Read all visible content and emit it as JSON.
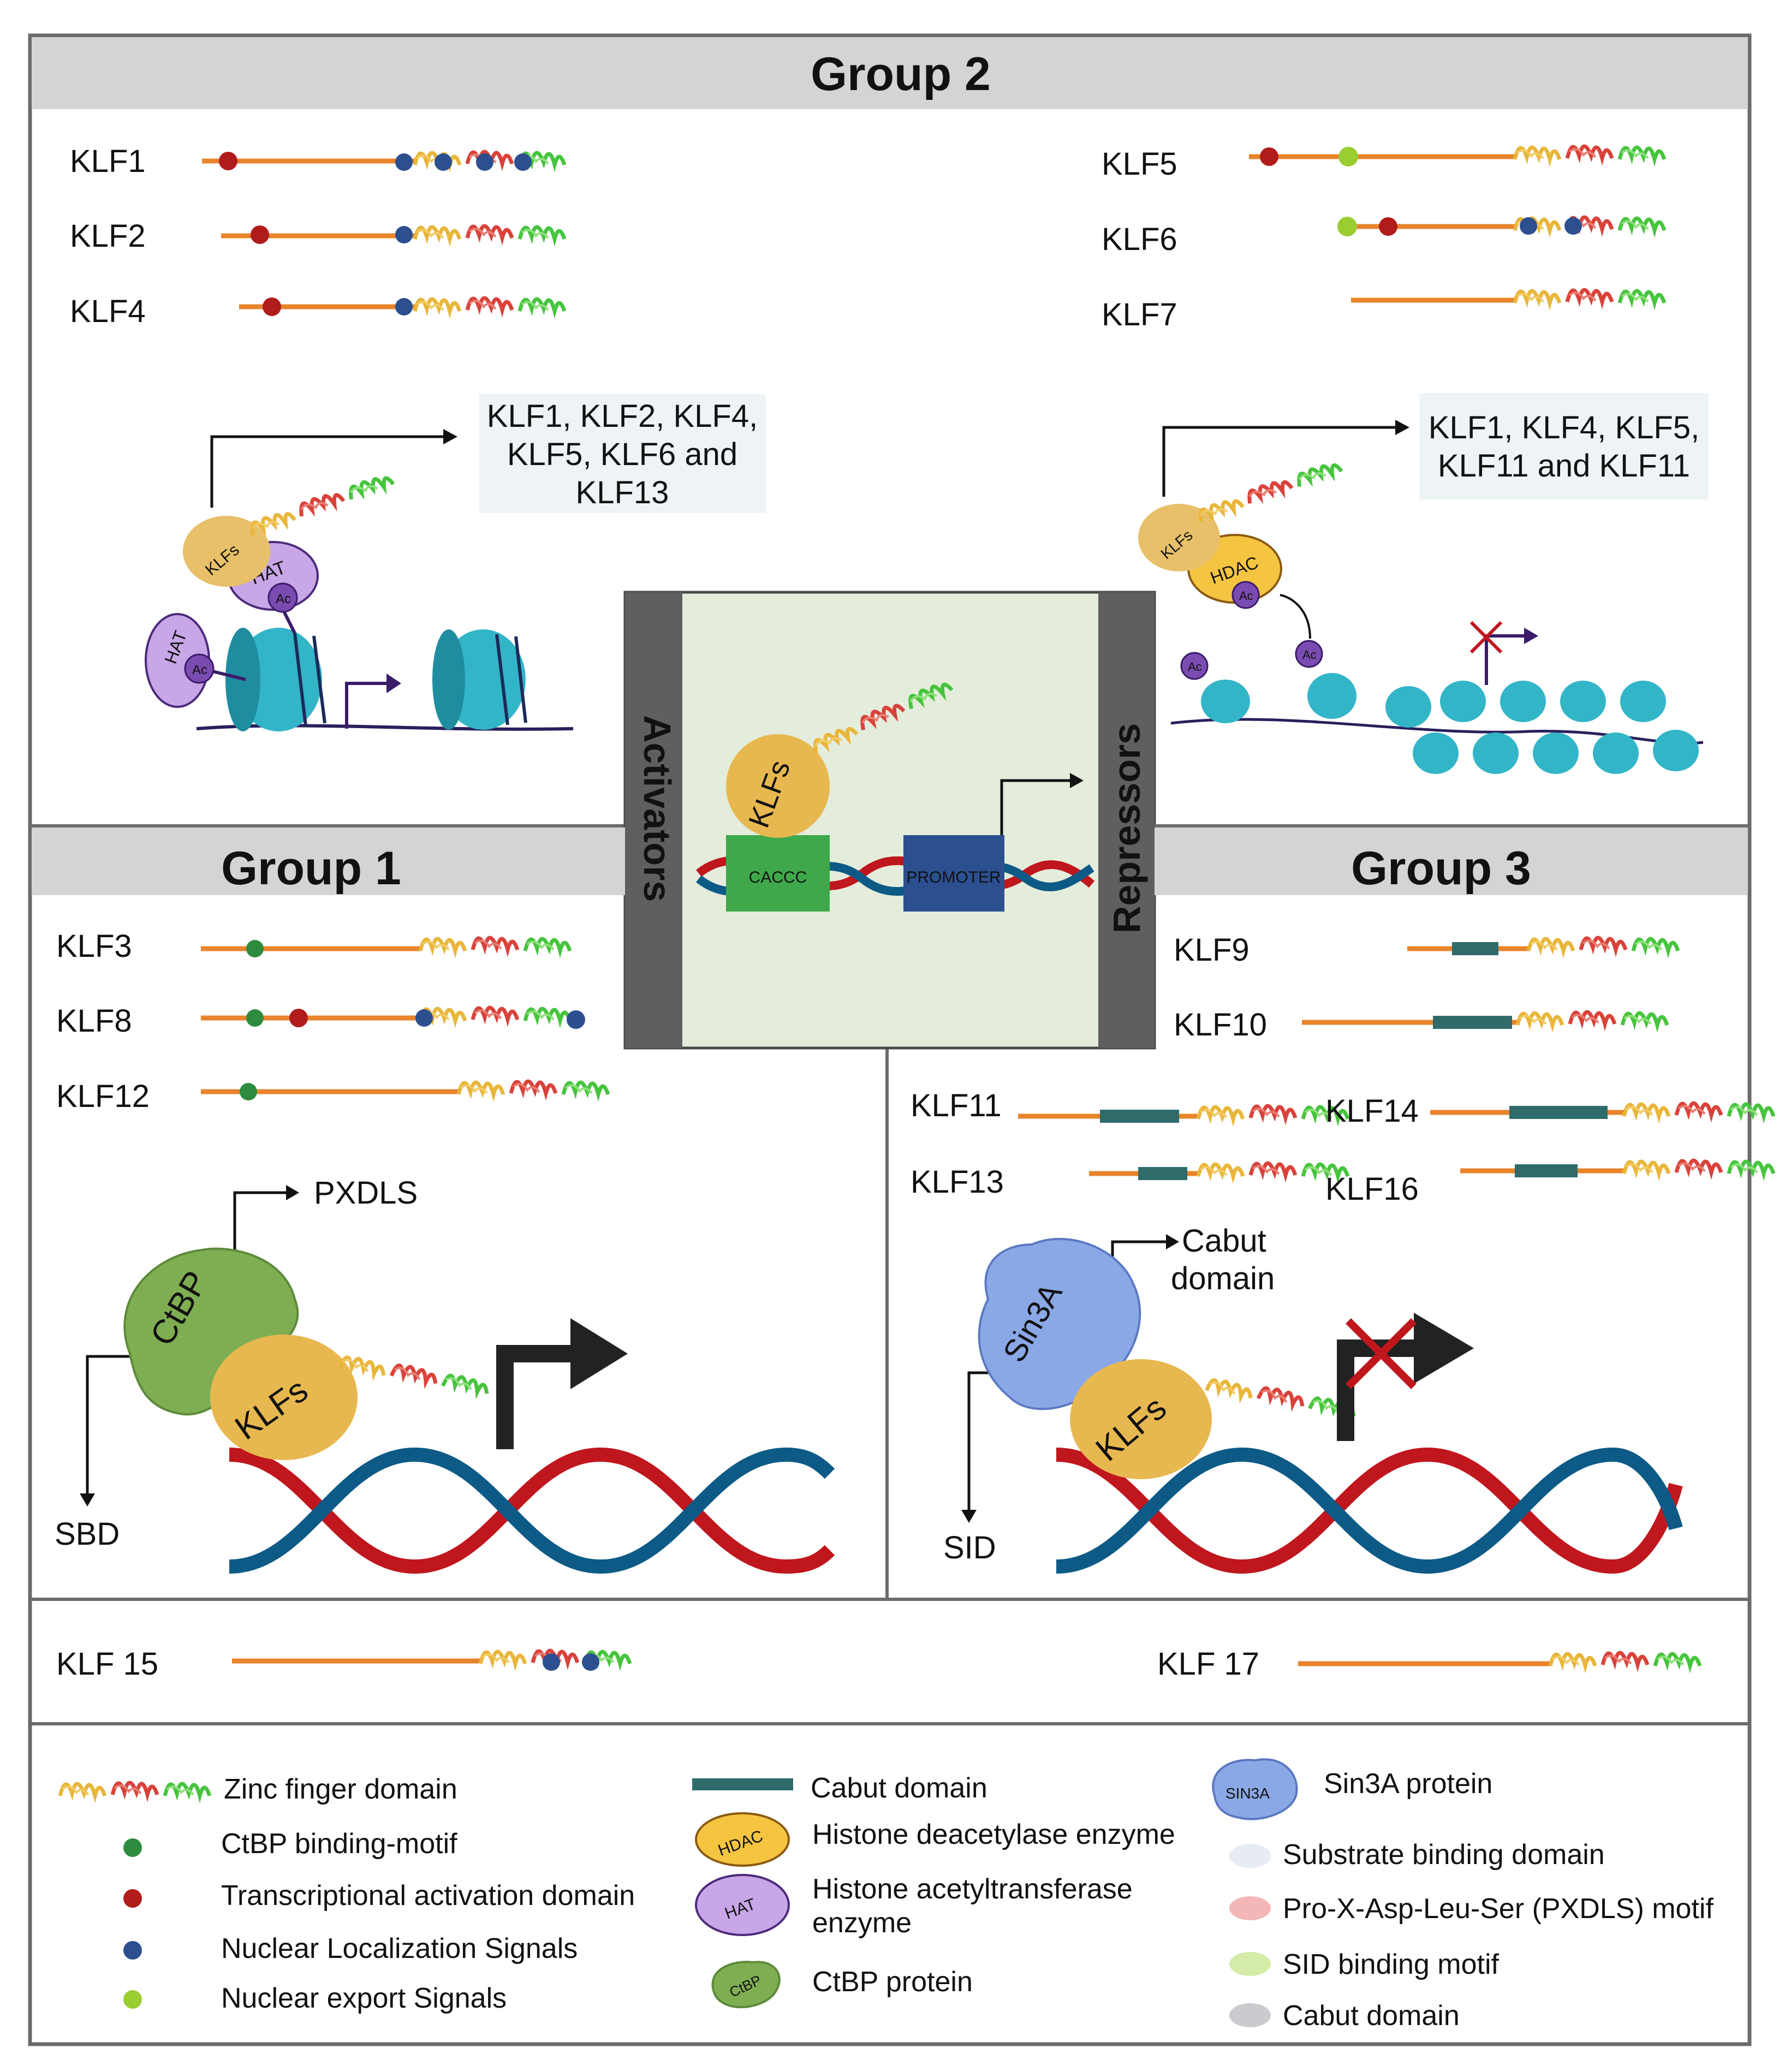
{
  "group2": {
    "title": "Group 2",
    "klfs_left": [
      "KLF1",
      "KLF2",
      "KLF4"
    ],
    "klfs_right": [
      "KLF5",
      "KLF6",
      "KLF7"
    ],
    "activator_box": [
      "KLF1, KLF2, KLF4,",
      "KLF5, KLF6 and",
      "KLF13"
    ],
    "repressor_box": [
      "KLF1, KLF4, KLF5,",
      "KLF11 and KLF11"
    ]
  },
  "center": {
    "activators": "Activators",
    "repressors": "Repressors",
    "caccc": "CACCC",
    "promoter": "PROMOTER",
    "klfs": "KLFs"
  },
  "group1": {
    "title": "Group 1",
    "klfs": [
      "KLF3",
      "KLF8",
      "KLF12"
    ],
    "pxdls": "PXDLS",
    "ctbp": "CtBP",
    "sbd": "SBD",
    "klfs_label": "KLFs"
  },
  "group3": {
    "title": "Group 3",
    "klfs_a": [
      "KLF9",
      "KLF10"
    ],
    "klfs_b": [
      "KLF11",
      "KLF13"
    ],
    "klfs_c": [
      "KLF14",
      "KLF16"
    ],
    "cabut": [
      "Cabut",
      "domain"
    ],
    "sin3a": "Sin3A",
    "sid": "SID",
    "klfs_label": "KLFs"
  },
  "bottom": {
    "klf15": "KLF 15",
    "klf17": "KLF 17"
  },
  "enzymes": {
    "hat": "HAT",
    "hdac": "HDAC",
    "ac": "Ac"
  },
  "legend": {
    "col1": [
      "Zinc finger domain",
      "CtBP binding-motif",
      "Transcriptional activation domain",
      "Nuclear Localization Signals",
      "Nuclear export Signals"
    ],
    "col2": {
      "cabut": "Cabut  domain",
      "hdac": "Histone deacetylase enzyme",
      "hat": [
        "Histone acetyltransferase",
        "enzyme"
      ],
      "ctbp": "CtBP protein",
      "icon_hdac": "HDAC",
      "icon_hat": "HAT",
      "icon_ctbp": "CtBP"
    },
    "col3": [
      "Sin3A  protein",
      "Substrate binding domain",
      "Pro-X-Asp-Leu-Ser (PXDLS) motif",
      "SID binding motif",
      "Cabut domain"
    ],
    "icon_sin3a": "SIN3A"
  },
  "colors": {
    "backbone": "#e8842c",
    "ctbp_motif": "#2e8b3e",
    "activation": "#b01c1c",
    "nls": "#2c4f8f",
    "nes": "#9acd32",
    "cabut": "#2f6b6b",
    "nucleosome": "#33b5c8",
    "dna_red": "#c0161d",
    "dna_blue": "#0d5a86",
    "caccc": "#3fa84a",
    "promoter": "#2c4f8f",
    "header": "#d3d4d5",
    "panel_bg": "#e4eddc",
    "side_bar": "#5f5f5f"
  }
}
